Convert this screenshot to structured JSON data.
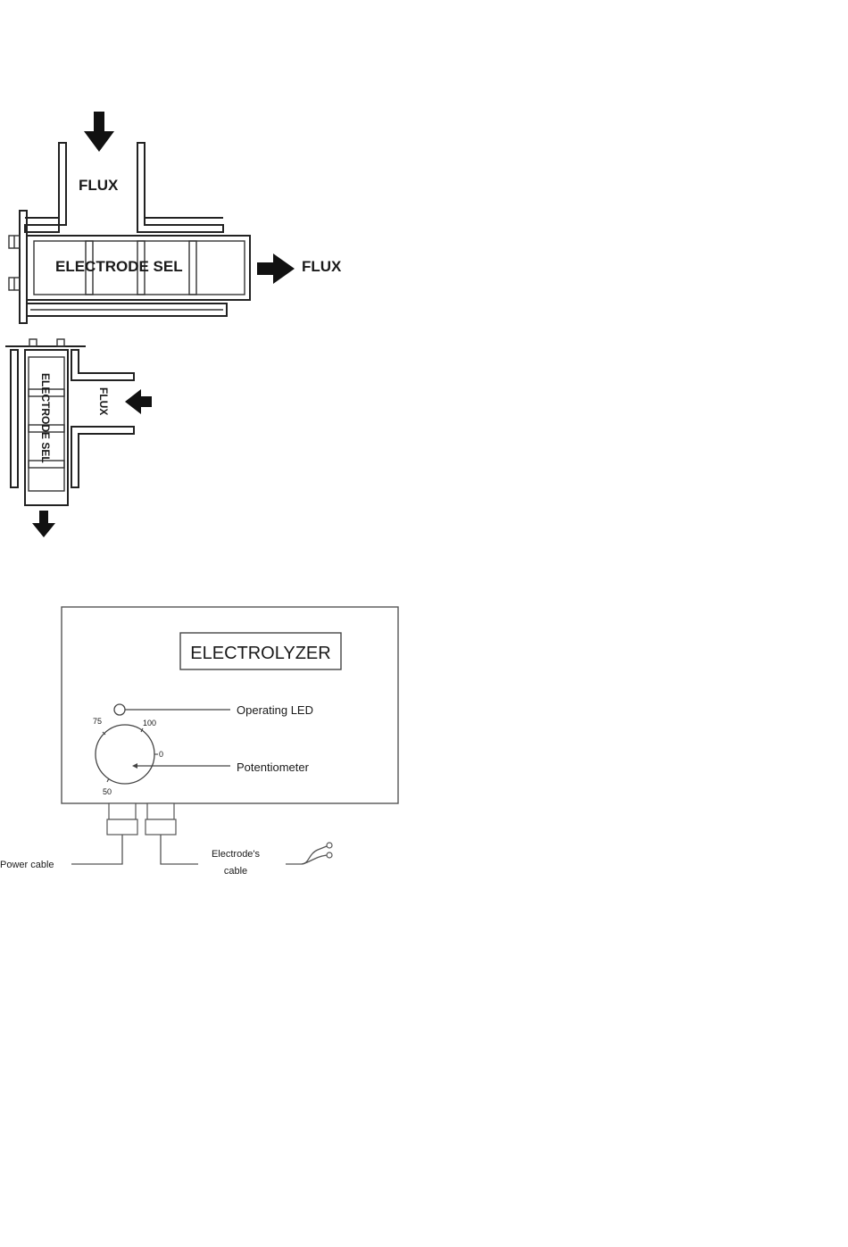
{
  "diagram1": {
    "flux_top": "FLUX",
    "electrode_label": "ELECTRODE SEL",
    "flux_right": "FLUX"
  },
  "diagram2": {
    "electrode_label": "ELECTRODE SEL",
    "flux_label": "FLUX"
  },
  "electrolyzer": {
    "title": "ELECTROLYZER",
    "led_label": "Operating LED",
    "potentiometer_label": "Potentiometer",
    "dial_75": "75",
    "dial_100": "100",
    "dial_0": "0",
    "dial_50": "50",
    "power_cable": "Power cable",
    "electrode_cable_line1": "Electrode's",
    "electrode_cable_line2": "cable"
  }
}
